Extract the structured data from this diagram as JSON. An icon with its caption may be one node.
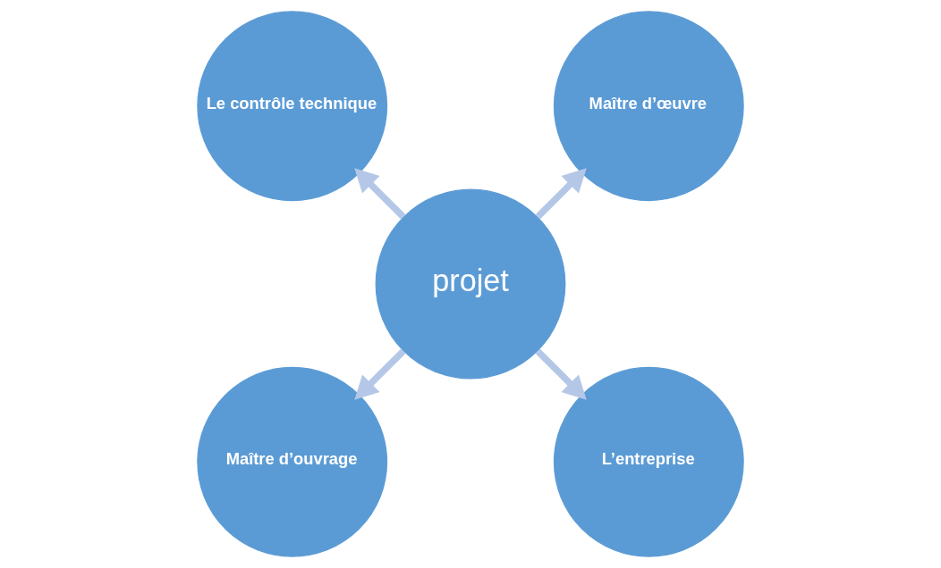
{
  "diagram": {
    "nodes": [
      {
        "text": [
          "Maître d’œuvre"
        ]
      },
      {
        "text": [
          "Le contrôle technique"
        ]
      },
      {
        "text": [
          "projet"
        ]
      },
      {
        "text": [
          "Maître d’ouvrage"
        ]
      },
      {
        "text": [
          "L’entreprise"
        ]
      }
    ],
    "edges": [
      {
        "from": 2,
        "to": 0,
        "arrow": "to"
      },
      {
        "from": 2,
        "to": 3,
        "arrow": "to"
      },
      {
        "from": 2,
        "to": 4,
        "arrow": "to"
      },
      {
        "from": 2,
        "to": 1,
        "arrow": "to"
      }
    ]
  }
}
